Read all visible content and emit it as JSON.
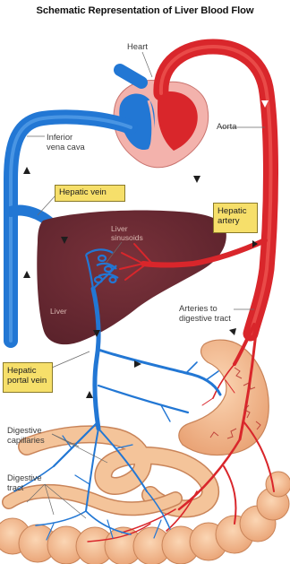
{
  "title": "Schematic Representation of Liver Blood Flow",
  "labels": {
    "heart": "Heart",
    "aorta": "Aorta",
    "inferior_vena_cava": [
      "Inferior",
      "vena cava"
    ],
    "hepatic_vein": "Hepatic vein",
    "hepatic_artery": [
      "Hepatic",
      "artery"
    ],
    "liver_sinusoids": [
      "Liver",
      "sinusoids"
    ],
    "liver": "Liver",
    "arteries_to_digestive_tract": [
      "Arteries to",
      "digestive tract"
    ],
    "hepatic_portal_vein": [
      "Hepatic",
      "portal vein"
    ],
    "digestive_capillaries": [
      "Digestive",
      "capillaries"
    ],
    "digestive_tract": [
      "Digestive",
      "tract"
    ]
  },
  "colors": {
    "vein": "#2277d4",
    "artery": "#d9262b",
    "liver": "#6b2a33",
    "heart_tissue": "#f3b2ac",
    "intestine": "#f2b98a",
    "label_box": "#f6df6a"
  }
}
